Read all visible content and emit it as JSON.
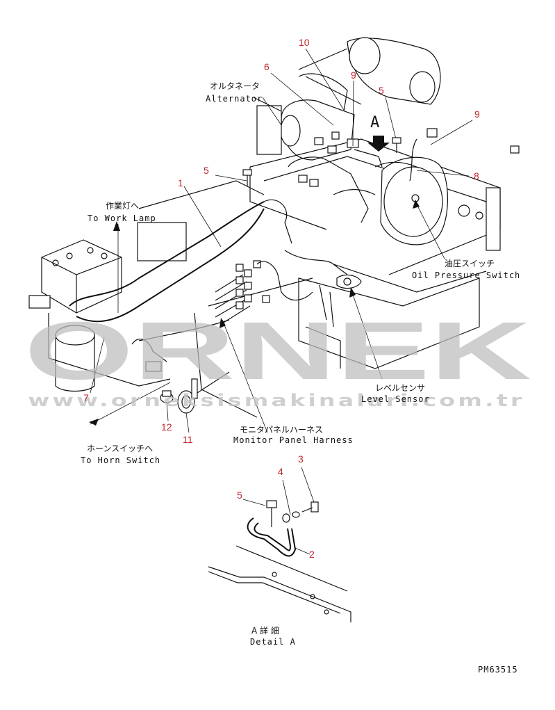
{
  "watermark": {
    "brand": "ORNEK",
    "url": "www.orneksismakinalari.com.tr"
  },
  "callouts": [
    {
      "id": "c10",
      "text": "10"
    },
    {
      "id": "c6",
      "text": "6"
    },
    {
      "id": "c9a",
      "text": "9"
    },
    {
      "id": "c5a",
      "text": "5"
    },
    {
      "id": "c9b",
      "text": "9"
    },
    {
      "id": "c8",
      "text": "8"
    },
    {
      "id": "c5b",
      "text": "5"
    },
    {
      "id": "c1",
      "text": "1"
    },
    {
      "id": "c7",
      "text": "7"
    },
    {
      "id": "c12",
      "text": "12"
    },
    {
      "id": "c11",
      "text": "11"
    },
    {
      "id": "c3",
      "text": "3"
    },
    {
      "id": "c4",
      "text": "4"
    },
    {
      "id": "c5c",
      "text": "5"
    },
    {
      "id": "c2",
      "text": "2"
    }
  ],
  "labels": {
    "alternator_jp": "オルタネータ",
    "alternator_en": "Alternator",
    "work_lamp_jp": "作業灯へ",
    "work_lamp_en": "To Work Lamp",
    "oil_pressure_jp": "油圧スイッチ",
    "oil_pressure_en": "Oil Pressure Switch",
    "level_sensor_jp": "レベルセンサ",
    "level_sensor_en": "Level Sensor",
    "monitor_harness_jp": "モニタパネルハーネス",
    "monitor_harness_en": "Monitor Panel Harness",
    "horn_switch_jp": "ホーンスイッチへ",
    "horn_switch_en": "To Horn Switch",
    "view_a": "A",
    "detail_jp": "A 詳 細",
    "detail_en": "Detail A",
    "drawing_code": "PM63515"
  },
  "colors": {
    "callout": "#c0262c",
    "watermark": "#bdbdbd",
    "linework": "#111111"
  }
}
